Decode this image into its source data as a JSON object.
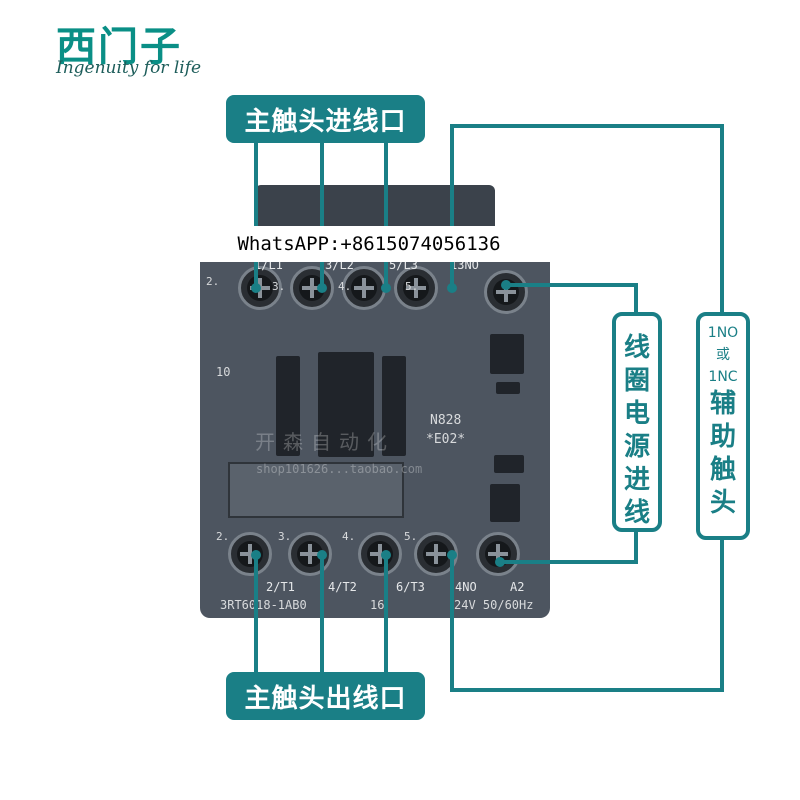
{
  "brand": {
    "name": "西门子",
    "tagline": "Ingenuity for life"
  },
  "callouts": {
    "main_in": "主触头进线口",
    "main_out": "主触头出线口",
    "coil_chars": [
      "线",
      "圈",
      "电",
      "源",
      "进",
      "线"
    ],
    "aux_top": [
      "1NO",
      "或",
      "1NC"
    ],
    "aux_chars": [
      "辅",
      "助",
      "触",
      "头"
    ]
  },
  "overlay": {
    "whatsapp": "WhatsAPP:+8615074056136"
  },
  "contactor": {
    "top_labels": [
      "1/L1",
      "3/L2",
      "5/L3",
      "13NO"
    ],
    "top_numbers": [
      "2.",
      "3.",
      "4.",
      "5."
    ],
    "bottom_labels": [
      "2/T1",
      "4/T2",
      "6/T3",
      "4NO",
      "A2"
    ],
    "bottom_numbers": [
      "2.",
      "3.",
      "4.",
      "5."
    ],
    "model": "3RT6018-1AB0",
    "model_suffix": "16",
    "voltage": "24V 50/60Hz",
    "side_number": "10",
    "code_1": "N828",
    "code_2": "*E02*"
  },
  "watermark": {
    "text": "开森自动化",
    "url": "shop101626...taobao.com"
  },
  "colors": {
    "accent": "#1a7f86",
    "brand": "#0a8f86",
    "body": "#4d5560"
  }
}
